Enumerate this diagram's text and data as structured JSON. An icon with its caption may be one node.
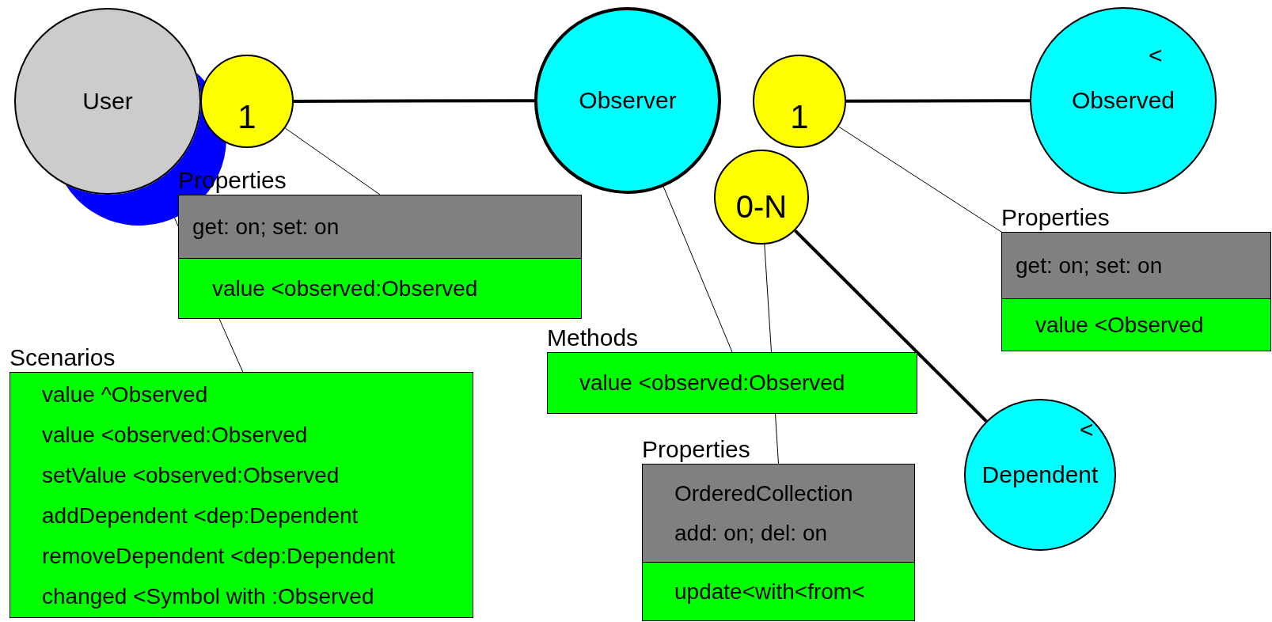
{
  "diagram": {
    "nodes": [
      {
        "text": [
          "User"
        ]
      },
      {
        "text": [
          "1"
        ]
      },
      {
        "text": [
          "Observer"
        ]
      },
      {
        "text": [
          "1"
        ]
      },
      {
        "text": [
          "<",
          "Observed"
        ]
      },
      {
        "text": [
          "0-N"
        ]
      },
      {
        "text": [
          "Properties",
          "get: on; set: on",
          "value <observed:Observed"
        ]
      },
      {
        "text": [
          "Scenarios",
          "value ^Observed",
          "value <observed:Observed",
          "setValue <observed:Observed",
          "addDependent <dep:Dependent",
          "removeDependent <dep:Dependent",
          "changed <Symbol with :Observed"
        ]
      },
      {
        "text": [
          "Methods",
          "value <observed:Observed"
        ]
      },
      {
        "text": [
          "Properties",
          "get: on; set: on",
          "value <Observed"
        ]
      },
      {
        "text": [
          "<",
          "Dependent"
        ]
      },
      {
        "text": [
          "Properties",
          "OrderedCollection",
          "add: on; del: on",
          "update<with<from<"
        ]
      }
    ],
    "edges": [
      {
        "from": 1,
        "to": 2,
        "arrow": "none",
        "style": "thick"
      },
      {
        "from": 3,
        "to": 4,
        "arrow": "none",
        "style": "thick"
      },
      {
        "from": 5,
        "to": 10,
        "arrow": "none",
        "style": "thick"
      },
      {
        "from": 1,
        "to": 6,
        "arrow": "none"
      },
      {
        "from": 0,
        "to": 7,
        "arrow": "none"
      },
      {
        "from": 2,
        "to": 8,
        "arrow": "none"
      },
      {
        "from": 5,
        "to": 11,
        "arrow": "none"
      },
      {
        "from": 3,
        "to": 9,
        "arrow": "none"
      }
    ]
  }
}
